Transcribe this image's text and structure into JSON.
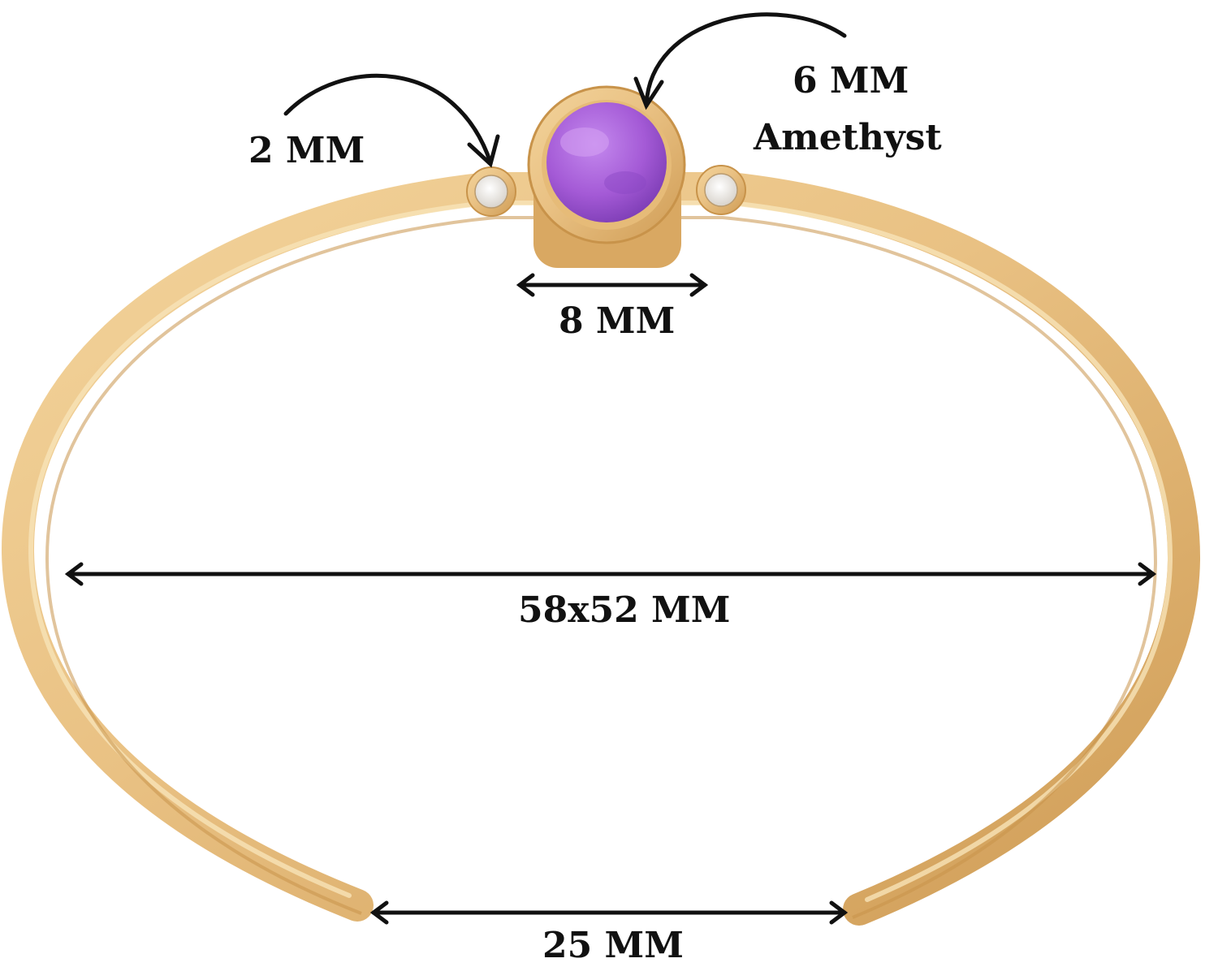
{
  "labels": {
    "side_stone": "2 MM",
    "center_stone_size": "6 MM",
    "center_stone_name": "Amethyst",
    "bezel_width": "8 MM",
    "inner_diameter": "58x52 MM",
    "opening_gap": "25 MM"
  },
  "colors": {
    "gold_light": "#f6dca8",
    "gold_mid": "#e4ba76",
    "gold_dark": "#c8934a",
    "amethyst": "#a45ad6",
    "amethyst_dark": "#7d3db5",
    "diamond": "#f4f1ec",
    "arrow": "#111111"
  }
}
